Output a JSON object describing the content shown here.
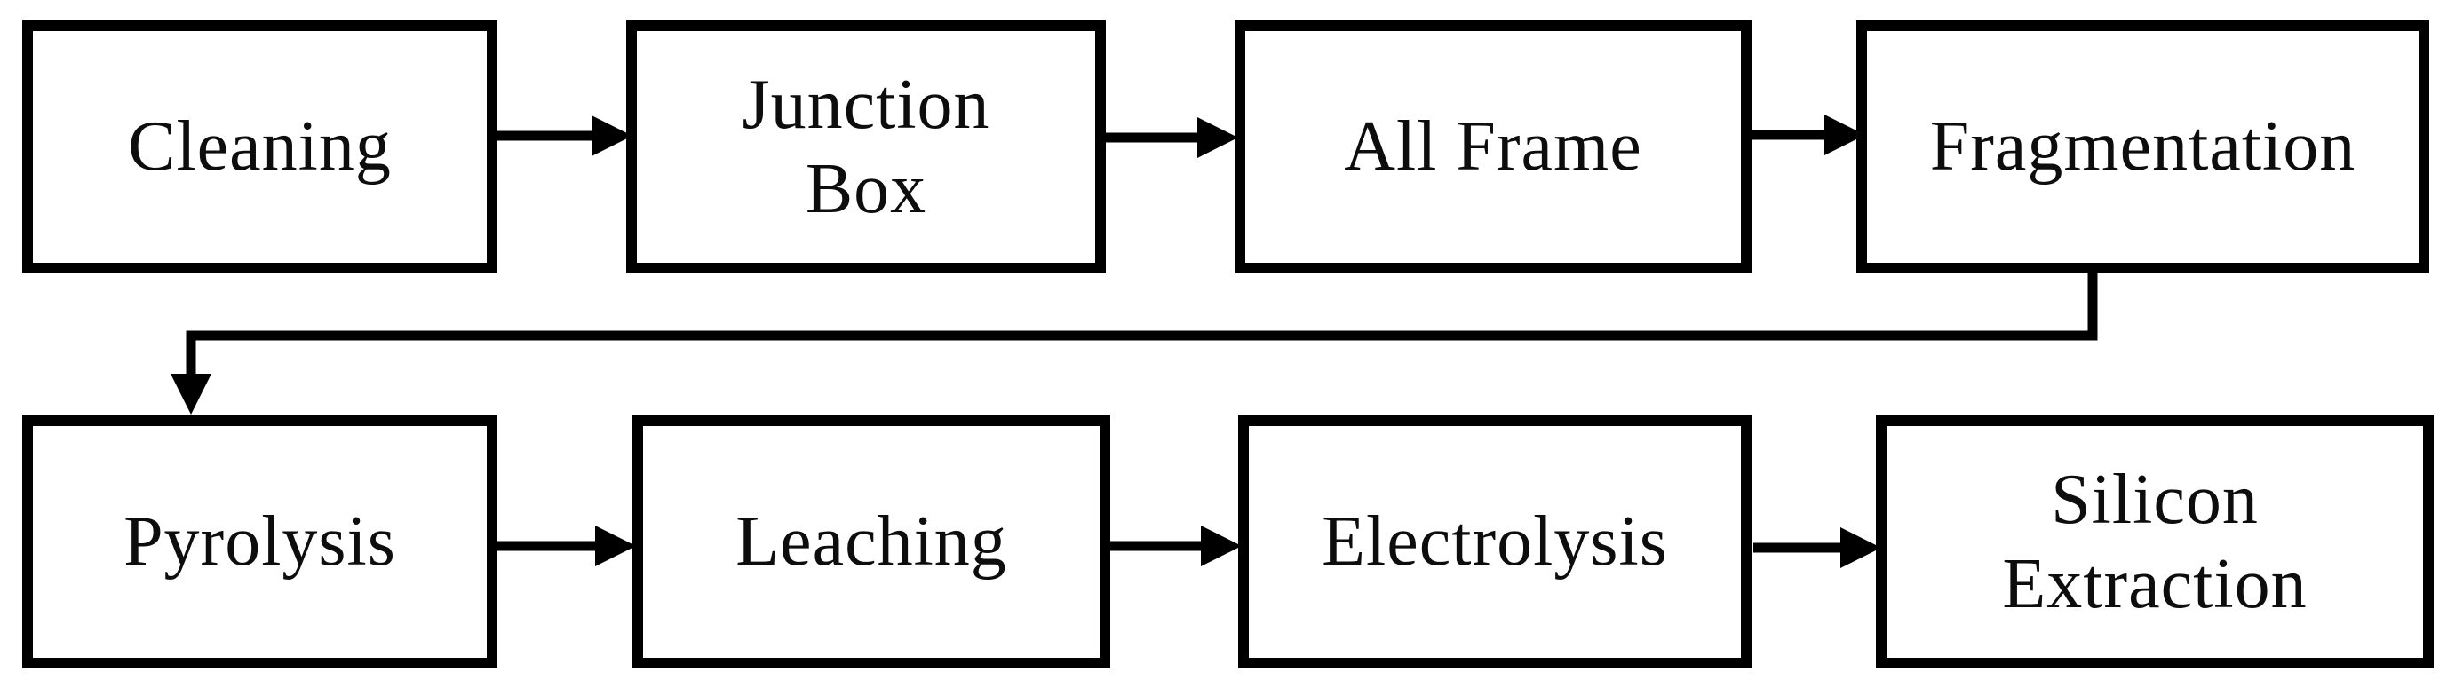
{
  "diagram": {
    "type": "flowchart",
    "background_color": "#ffffff",
    "line_color": "#000000",
    "text_color": "#0d0d0d",
    "boxes": [
      {
        "id": "cleaning",
        "label": "Cleaning",
        "lines": [
          "Cleaning"
        ]
      },
      {
        "id": "junction-box",
        "label": "Junction Box",
        "lines": [
          "Junction",
          "Box"
        ]
      },
      {
        "id": "all-frame",
        "label": "All Frame",
        "lines": [
          "All Frame"
        ]
      },
      {
        "id": "fragmentation",
        "label": "Fragmentation",
        "lines": [
          "Fragmentation"
        ]
      },
      {
        "id": "pyrolysis",
        "label": "Pyrolysis",
        "lines": [
          "Pyrolysis"
        ]
      },
      {
        "id": "leaching",
        "label": "Leaching",
        "lines": [
          "Leaching"
        ]
      },
      {
        "id": "electrolysis",
        "label": "Electrolysis",
        "lines": [
          "Electrolysis"
        ]
      },
      {
        "id": "silicon-extraction",
        "label": "Silicon Extraction",
        "lines": [
          "Silicon",
          "Extraction"
        ]
      }
    ],
    "edges": [
      {
        "from": "Cleaning",
        "to": "Junction Box"
      },
      {
        "from": "Junction Box",
        "to": "All Frame"
      },
      {
        "from": "All Frame",
        "to": "Fragmentation"
      },
      {
        "from": "Fragmentation",
        "to": "Pyrolysis"
      },
      {
        "from": "Pyrolysis",
        "to": "Leaching"
      },
      {
        "from": "Leaching",
        "to": "Electrolysis"
      },
      {
        "from": "Electrolysis",
        "to": "Silicon Extraction"
      }
    ]
  }
}
